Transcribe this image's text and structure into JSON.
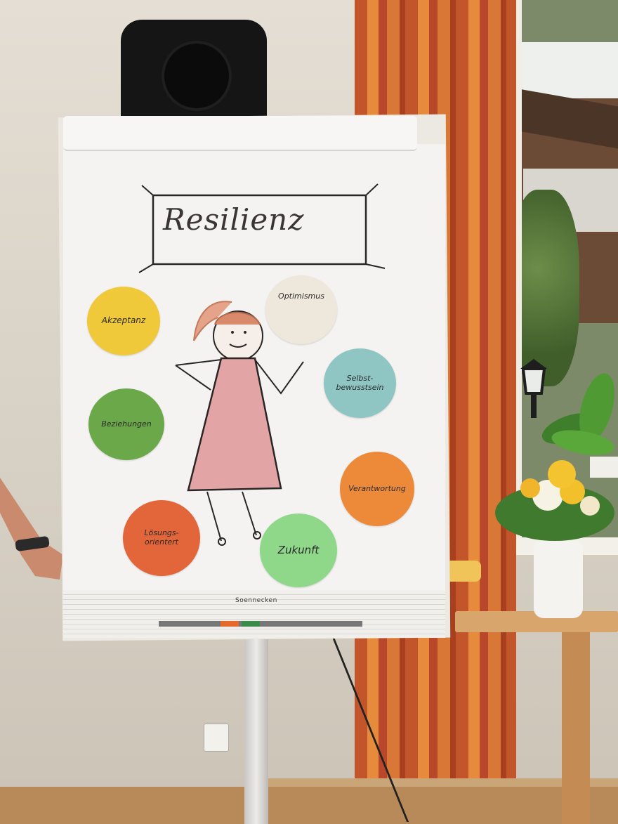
{
  "flipchart": {
    "title": "Resilienz",
    "brand": "Soennecken",
    "circles": [
      {
        "label": "Akzeptanz",
        "color": "#f0c93a"
      },
      {
        "label": "Optimismus",
        "color": "#eee7dc"
      },
      {
        "label": "Selbst-bewusstsein",
        "color": "#8fc6c4"
      },
      {
        "label": "Beziehungen",
        "color": "#6aa84a"
      },
      {
        "label": "Verantwortung",
        "color": "#ec8a3a"
      },
      {
        "label": "Lösungs-orientert",
        "color": "#e2663a"
      },
      {
        "label": "Zukunft",
        "color": "#8fd88a"
      }
    ]
  }
}
